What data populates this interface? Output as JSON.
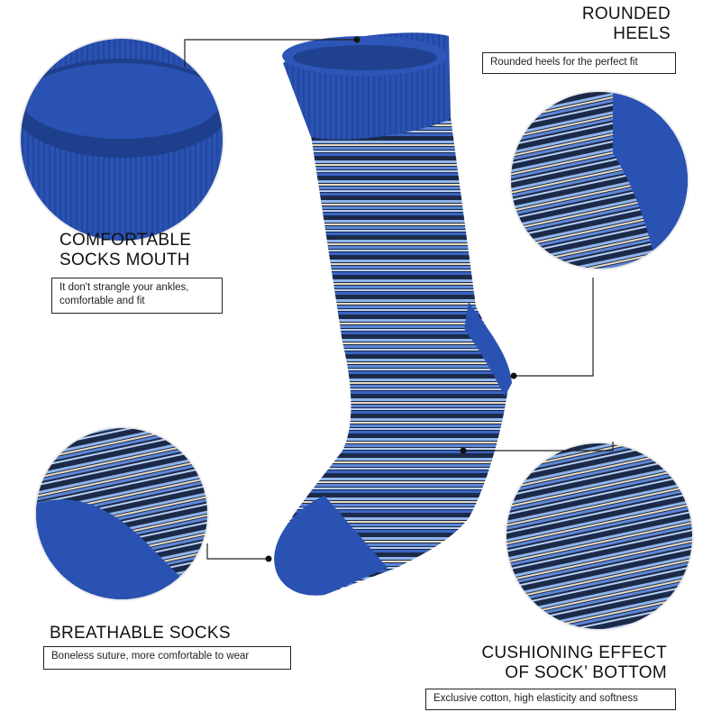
{
  "features": {
    "heels": {
      "title_line1": "ROUNDED",
      "title_line2": "HEELS",
      "desc_line1": "Rounded heels for the perfect fit",
      "desc_line2": ""
    },
    "mouth": {
      "title_line1": "COMFORTABLE",
      "title_line2": "SOCKS MOUTH",
      "desc_line1": "It don't strangle your ankles,",
      "desc_line2": "comfortable and fit"
    },
    "breathable": {
      "title_line1": "BREATHABLE SOCKS",
      "title_line2": "",
      "desc_line1": "Boneless suture, more comfortable to wear",
      "desc_line2": ""
    },
    "cushion": {
      "title_line1": "CUSHIONING EFFECT",
      "title_line2": "OF SOCK’ BOTTOM",
      "desc_line1": "Exclusive cotton, high elasticity and softness",
      "desc_line2": ""
    }
  },
  "colors": {
    "royal_blue": "#2a52b3",
    "navy": "#1c2a4a",
    "light_blue": "#8fb4ea",
    "cream": "#e9dcc4",
    "line": "#222222"
  }
}
